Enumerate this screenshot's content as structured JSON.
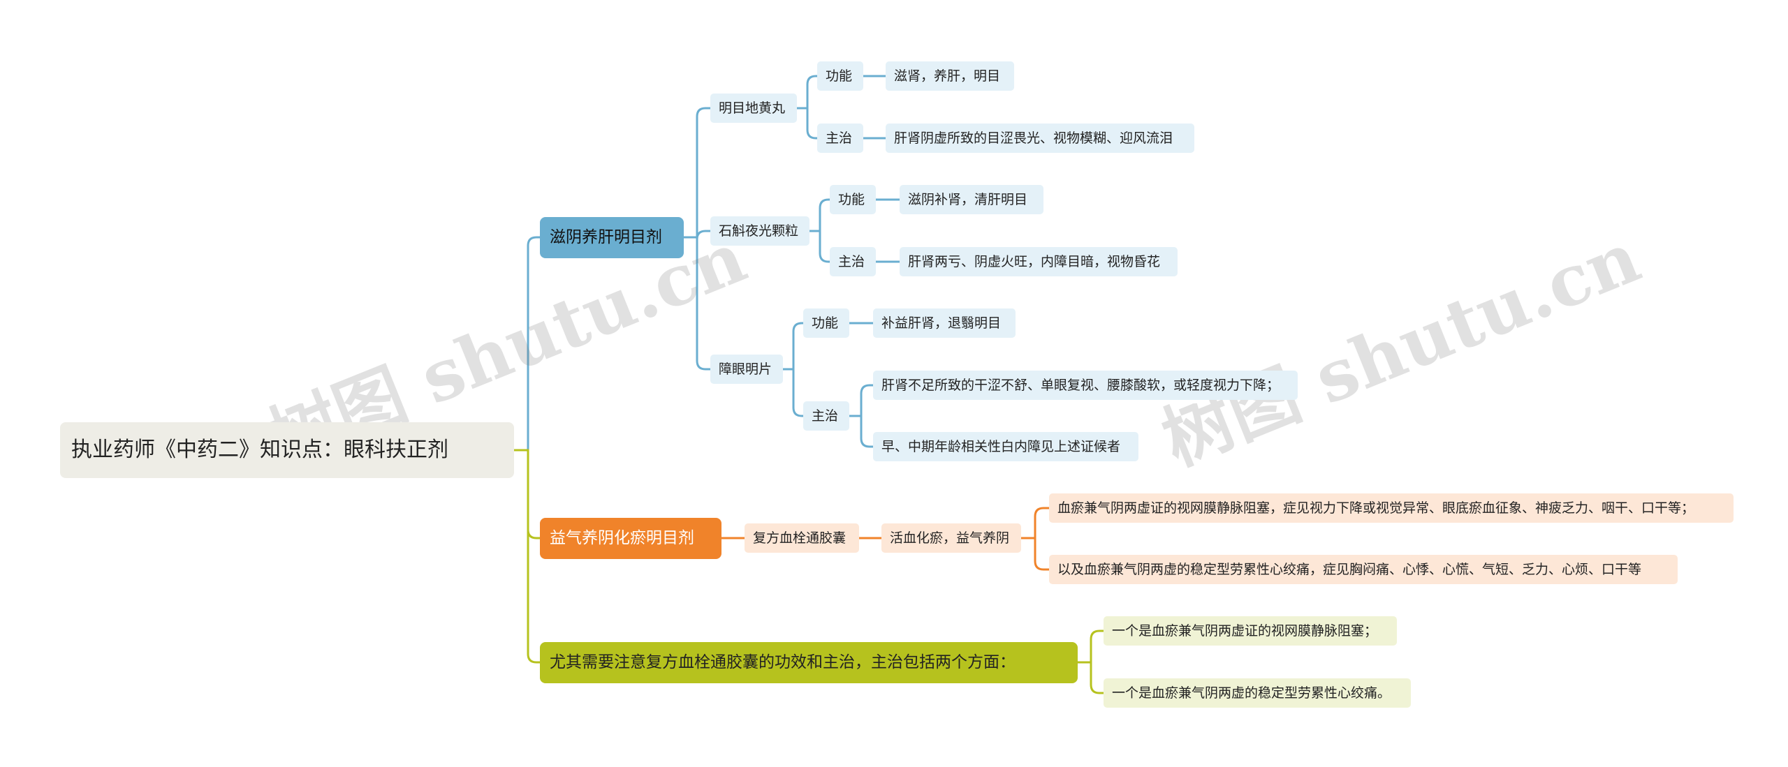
{
  "root": {
    "title": "执业药师《中药二》知识点：眼科扶正剂"
  },
  "branches": [
    {
      "label": "滋阴养肝明目剂",
      "color": "#6aaed0",
      "children": [
        {
          "label": "明目地黄丸",
          "children": [
            {
              "label": "功能",
              "children": [
                "滋肾，养肝，明目"
              ]
            },
            {
              "label": "主治",
              "children": [
                "肝肾阴虚所致的目涩畏光、视物模糊、迎风流泪"
              ]
            }
          ]
        },
        {
          "label": "石斛夜光颗粒",
          "children": [
            {
              "label": "功能",
              "children": [
                "滋阴补肾，清肝明目"
              ]
            },
            {
              "label": "主治",
              "children": [
                "肝肾两亏、阴虚火旺，内障目暗，视物昏花"
              ]
            }
          ]
        },
        {
          "label": "障眼明片",
          "children": [
            {
              "label": "功能",
              "children": [
                "补益肝肾，退翳明目"
              ]
            },
            {
              "label": "主治",
              "children": [
                "肝肾不足所致的干涩不舒、单眼复视、腰膝酸软，或轻度视力下降；",
                "早、中期年龄相关性白内障见上述证候者"
              ]
            }
          ]
        }
      ]
    },
    {
      "label": "益气养阴化瘀明目剂",
      "color": "#f0832a",
      "children": [
        {
          "label": "复方血栓通胶囊",
          "children": [
            {
              "label": "活血化瘀，益气养阴",
              "children": [
                "血瘀兼气阴两虚证的视网膜静脉阻塞，症见视力下降或视觉异常、眼底瘀血征象、神疲乏力、咽干、口干等；",
                "以及血瘀兼气阴两虚的稳定型劳累性心绞痛，症见胸闷痛、心悸、心慌、气短、乏力、心烦、口干等"
              ]
            }
          ]
        }
      ]
    },
    {
      "label": "尤其需要注意复方血栓通胶囊的功效和主治，主治包括两个方面：",
      "color": "#b6c21e",
      "children": [
        {
          "label": "一个是血瘀兼气阴两虚证的视网膜静脉阻塞；"
        },
        {
          "label": "一个是血瘀兼气阴两虚的稳定型劳累性心绞痛。"
        }
      ]
    }
  ],
  "watermark": "树图 shutu.cn"
}
